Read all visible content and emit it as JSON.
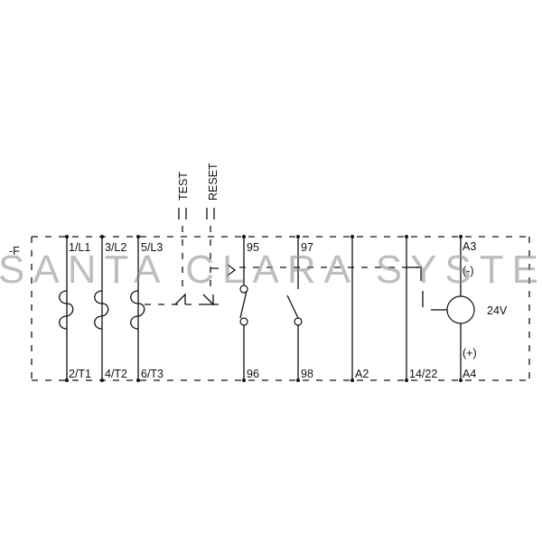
{
  "device_label": "-F",
  "buttons": {
    "test": "TEST",
    "reset": "RESET"
  },
  "main_poles": {
    "top": [
      "1/L1",
      "3/L2",
      "5/L3"
    ],
    "bottom": [
      "2/T1",
      "4/T2",
      "6/T3"
    ]
  },
  "aux_contacts": {
    "nc_top": "95",
    "nc_bottom": "96",
    "no_top": "97",
    "no_bottom": "98"
  },
  "control": {
    "a2": "A2",
    "out": "14/22",
    "a3": "A3",
    "a4": "A4",
    "minus": "(-)",
    "plus": "(+)",
    "voltage": "24V"
  },
  "watermark": "SANTA CLARA SYSTEMS"
}
